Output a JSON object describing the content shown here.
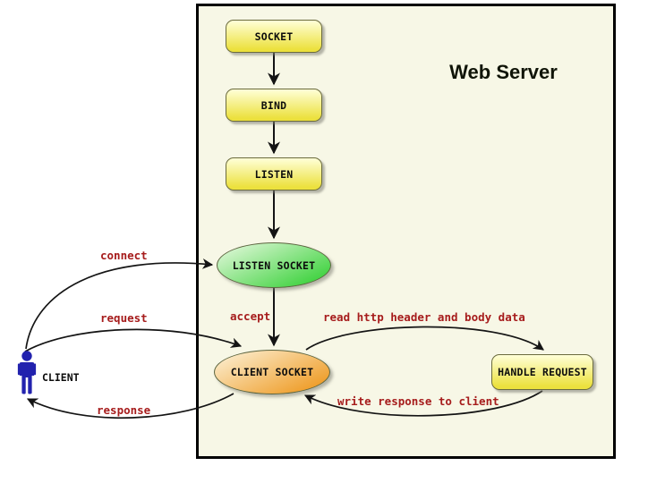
{
  "diagram": {
    "title": "Web Server",
    "client_label": "CLIENT"
  },
  "nodes": {
    "socket": {
      "label": "SOCKET",
      "shape": "rounded-rect"
    },
    "bind": {
      "label": "BIND",
      "shape": "rounded-rect"
    },
    "listen": {
      "label": "LISTEN",
      "shape": "rounded-rect"
    },
    "listen_socket": {
      "label": "LISTEN SOCKET",
      "shape": "ellipse"
    },
    "client_socket": {
      "label": "CLIENT SOCKET",
      "shape": "ellipse"
    },
    "handle_request": {
      "label": "HANDLE REQUEST",
      "shape": "rounded-rect"
    }
  },
  "edge_labels": {
    "connect": "connect",
    "request": "request",
    "response": "response",
    "accept": "accept",
    "read_http": "read http header and body data",
    "write_response": "write response to client"
  },
  "edges": [
    {
      "from": "socket",
      "to": "bind",
      "label": ""
    },
    {
      "from": "bind",
      "to": "listen",
      "label": ""
    },
    {
      "from": "listen",
      "to": "listen_socket",
      "label": ""
    },
    {
      "from": "listen_socket",
      "to": "client_socket",
      "label": "accept"
    },
    {
      "from": "client",
      "to": "listen_socket",
      "label": "connect"
    },
    {
      "from": "client",
      "to": "client_socket",
      "label": "request"
    },
    {
      "from": "client_socket",
      "to": "client",
      "label": "response"
    },
    {
      "from": "client_socket",
      "to": "handle_request",
      "label": "read http header and body data"
    },
    {
      "from": "handle_request",
      "to": "client_socket",
      "label": "write response to client"
    }
  ],
  "colors": {
    "canvas-bg": "#ffffff",
    "server-bg": "#f7f7e6",
    "server-border": "#000000",
    "box-top": "#ffffd8",
    "box-bottom": "#ece13e",
    "box-border": "#6b6b3d",
    "node-border": "#5d6540",
    "green-top": "#eafae2",
    "green-bottom": "#46d446",
    "orange-top": "#fdf4dc",
    "orange-bottom": "#efa02f",
    "label-red": "#a61c1c",
    "client-blue": "#2222ae",
    "arrow-black": "#141414"
  }
}
